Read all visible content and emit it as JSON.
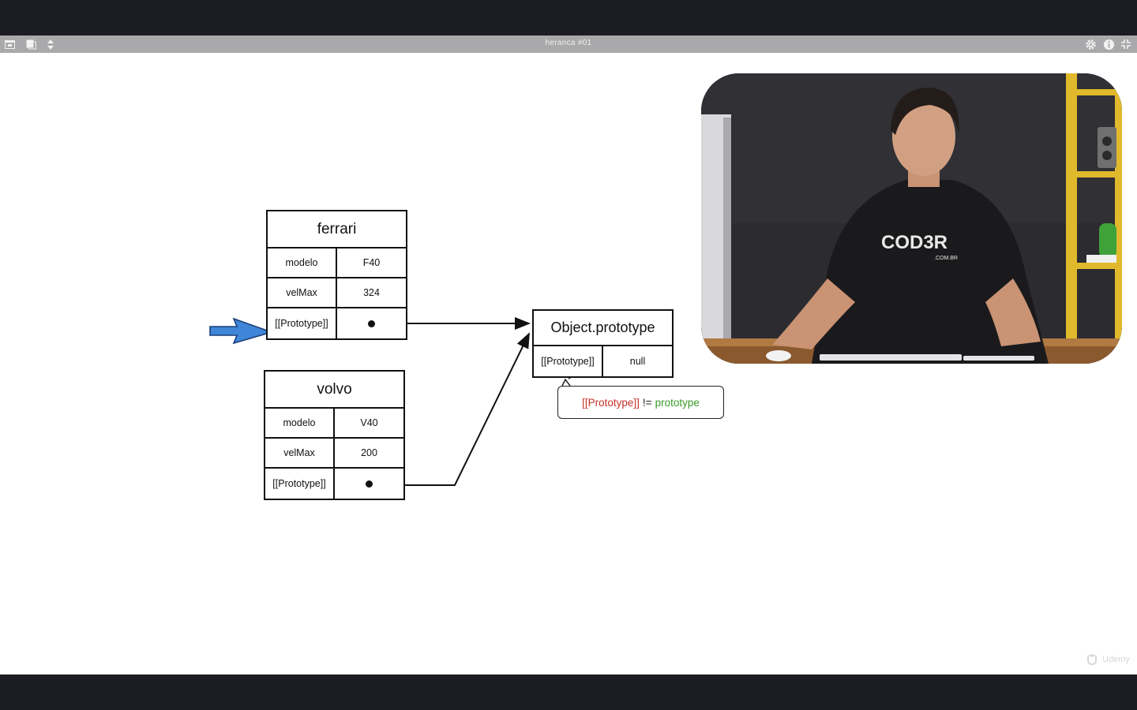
{
  "toolbar": {
    "title": "heranca #01"
  },
  "diagram": {
    "ferrari": {
      "title": "ferrari",
      "rows": [
        {
          "key": "modelo",
          "value": "F40"
        },
        {
          "key": "velMax",
          "value": "324"
        },
        {
          "key": "[[Prototype]]"
        }
      ]
    },
    "volvo": {
      "title": "volvo",
      "rows": [
        {
          "key": "modelo",
          "value": "V40"
        },
        {
          "key": "velMax",
          "value": "200"
        },
        {
          "key": "[[Prototype]]"
        }
      ]
    },
    "object_prototype": {
      "title": "Object.prototype",
      "rows": [
        {
          "key": "[[Prototype]]",
          "value": "null"
        }
      ]
    },
    "callout": {
      "left": "[[Prototype]]",
      "op": "!=",
      "right": "prototype"
    }
  },
  "webcam": {
    "shirt_logo": "COD3R",
    "shirt_sub": ".COM.BR"
  },
  "watermark": {
    "brand": "Udemy"
  },
  "colors": {
    "arrow_fill": "#3f86d8",
    "callout_red": "#c8312a",
    "callout_green": "#3a9a2a",
    "letterbox": "#1c1d22",
    "toolbar": "#a9a9ab"
  },
  "icons": {
    "toolbar_left": [
      "window-icon",
      "copy-icon",
      "sort-icon"
    ],
    "toolbar_right": [
      "gear-icon",
      "info-icon",
      "fullscreen-icon"
    ]
  }
}
